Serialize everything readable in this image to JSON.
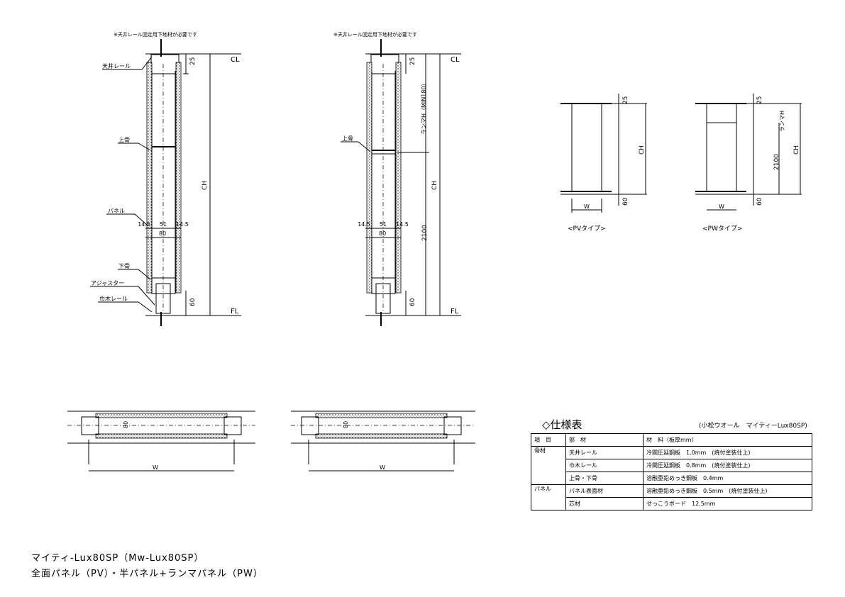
{
  "notes": {
    "ceiling_note": "※天井レール固定用下地材が必要です"
  },
  "labels": {
    "ceiling_rail": "天井レール",
    "upper_frame": "上骨",
    "panel": "パネル",
    "lower_frame": "下骨",
    "adjuster": "アジャスター",
    "baseboard_rail": "巾木レール",
    "cl": "CL",
    "fl": "FL",
    "ch": "CH",
    "ranma_min": "ランマH（MIN180）",
    "ranma": "ランマH",
    "w": "W"
  },
  "dims": {
    "d25": "25",
    "d60": "60",
    "d2100": "2100",
    "d80": "80",
    "d145a": "14.5",
    "d51": "51",
    "d145b": "14.5"
  },
  "types": {
    "pv": "<PVタイプ>",
    "pw": "<PWタイプ>"
  },
  "spec": {
    "title": "◇仕様表",
    "subtitle": "(小松ウオール　マイティーLux80SP)",
    "header": [
      "項　目",
      "部　材",
      "材　料（板厚mm）"
    ],
    "rows": [
      [
        "骨材",
        "天井レール",
        "冷間圧延鋼板　1.0mm　(焼付塗装仕上)"
      ],
      [
        "",
        "巾木レール",
        "冷間圧延鋼板　0.8mm　(焼付塗装仕上)"
      ],
      [
        "",
        "上骨・下骨",
        "溶融亜鉛めっき鋼板　0.4mm"
      ],
      [
        "パネル",
        "パネル表面材",
        "溶融亜鉛めっき鋼板　0.5mm　(焼付塗装仕上)"
      ],
      [
        "",
        "芯材",
        "せっこうボード　12.5mm"
      ]
    ]
  },
  "title": {
    "line1": "マイティ-Lux80SP（Mw-Lux80SP）",
    "line2": "全面パネル（PV）・半パネル+ランマパネル（PW）"
  }
}
